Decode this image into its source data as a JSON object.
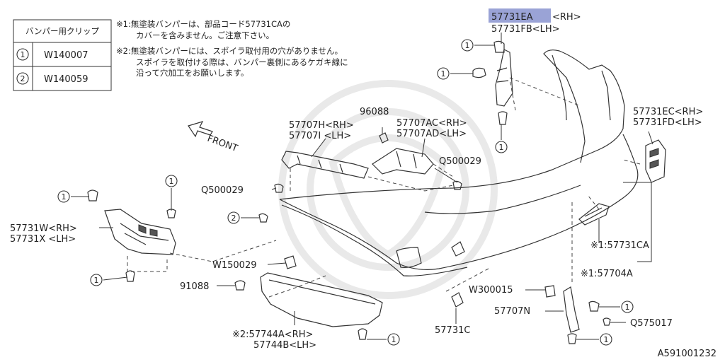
{
  "clip_table": {
    "header": "バンパー用クリップ",
    "rows": [
      {
        "marker": "1",
        "code": "W140007"
      },
      {
        "marker": "2",
        "code": "W140059"
      }
    ]
  },
  "notes": {
    "note1_line1": "※1:無塗装バンパーは、部品コード57731CAの",
    "note1_line2": "カバーを含みません。ご注意下さい。",
    "note2_line1": "※2:無塗装バンパーには、スポイラ取付用の穴がありません。",
    "note2_line2": "スポイラを取付ける際は、バンパー裏側にあるケガキ線に",
    "note2_line3": "沿って穴加工をお願いします。"
  },
  "front_label": "FRONT",
  "parts": {
    "p57731EA": "57731EA",
    "p57731EA_side": "<RH>",
    "p57731FB": "57731FB<LH>",
    "p96088": "96088",
    "p57707AC": "57707AC<RH>",
    "p57707AD": "57707AD<LH>",
    "p57707H": "57707H<RH>",
    "p57707I": "57707I <LH>",
    "p57731EC": "57731EC<RH>",
    "p57731FD": "57731FD<LH>",
    "pQ500029_a": "Q500029",
    "pQ500029_b": "Q500029",
    "p57731W": "57731W<RH>",
    "p57731X": "57731X <LH>",
    "pW150029": "W150029",
    "p91088": "91088",
    "p57731CA": "※1:57731CA",
    "p57704A": "※1:57704A",
    "pW300015": "W300015",
    "p57707N": "57707N",
    "pQ575017": "Q575017",
    "p57731C": "57731C",
    "p57744A": "※2:57744A<RH>",
    "p57744B": "57744B<LH>"
  },
  "markers": {
    "one": "1",
    "two": "2"
  },
  "diagram_code": "A591001232",
  "colors": {
    "highlight": "#9aa3d6"
  }
}
